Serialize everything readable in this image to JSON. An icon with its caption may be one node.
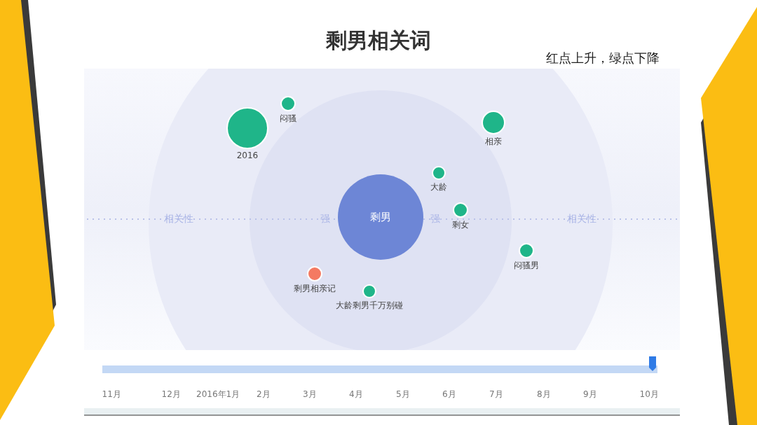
{
  "diagram": {
    "title": "剩男相关词",
    "nodes": [
      {
        "text": [
          "剩男"
        ]
      },
      {
        "text": [
          "2016"
        ]
      },
      {
        "text": [
          "闷骚"
        ]
      },
      {
        "text": [
          "相亲"
        ]
      },
      {
        "text": [
          "大龄"
        ]
      },
      {
        "text": [
          "剩女"
        ]
      },
      {
        "text": [
          "闷骚男"
        ]
      },
      {
        "text": [
          "剩男相亲记"
        ]
      },
      {
        "text": [
          "大龄剩男千万别碰"
        ]
      }
    ],
    "labels": [
      "红点上升，绿点下降",
      "相关性",
      "强",
      "强",
      "相关性",
      "11月",
      "12月",
      "2016年1月",
      "2月",
      "3月",
      "4月",
      "5月",
      "6月",
      "7月",
      "8月",
      "9月",
      "10月"
    ]
  }
}
